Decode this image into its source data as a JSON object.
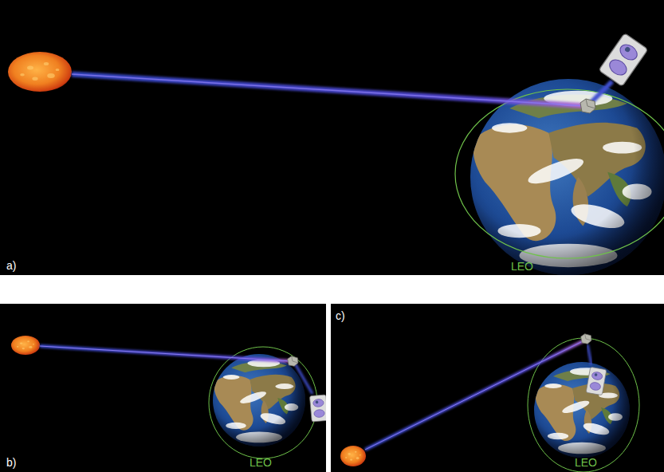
{
  "diagram": {
    "labels": [
      "a)",
      "LEO",
      "b)",
      "LEO",
      "c)",
      "LEO"
    ]
  }
}
